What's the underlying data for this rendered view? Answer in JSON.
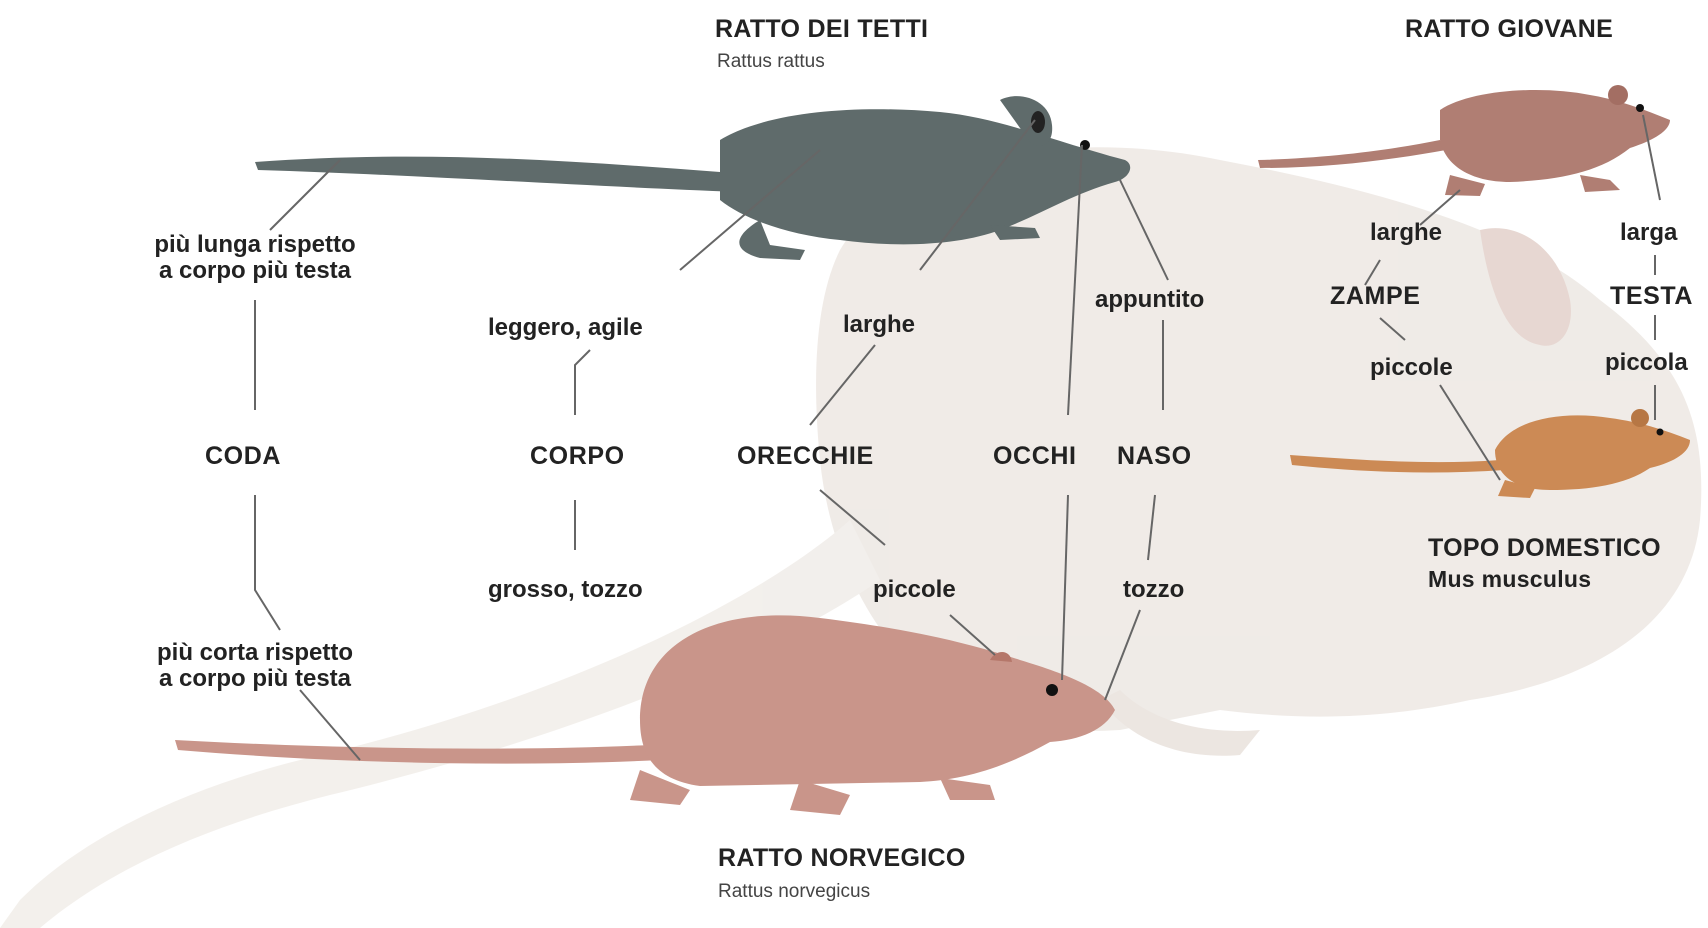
{
  "species": {
    "roof_rat": {
      "name": "RATTO DEI TETTI",
      "latin": "Rattus rattus",
      "color": "#5f6b6b"
    },
    "norway_rat": {
      "name": "RATTO NORVEGICO",
      "latin": "Rattus norvegicus",
      "color": "#c9958a"
    },
    "young_rat": {
      "name": "RATTO GIOVANE",
      "color": "#b07e73"
    },
    "house_mouse": {
      "name": "TOPO DOMESTICO",
      "latin": "Mus musculus",
      "color": "#cc8a55"
    }
  },
  "traits": {
    "tail": {
      "label": "CODA",
      "roof": [
        "più lunga rispetto",
        "a corpo più testa"
      ],
      "norway": [
        "più corta rispetto",
        "a corpo più testa"
      ]
    },
    "body": {
      "label": "CORPO",
      "roof": "leggero, agile",
      "norway": "grosso, tozzo"
    },
    "ears": {
      "label": "ORECCHIE",
      "roof": "larghe",
      "norway": "piccole"
    },
    "eyes": {
      "label": "OCCHI"
    },
    "nose": {
      "label": "NASO",
      "roof": "appuntito",
      "norway": "tozzo"
    },
    "feet": {
      "label": "ZAMPE",
      "young": "larghe",
      "mouse": "piccole"
    },
    "head": {
      "label": "TESTA",
      "young": "larga",
      "mouse": "piccola"
    }
  }
}
